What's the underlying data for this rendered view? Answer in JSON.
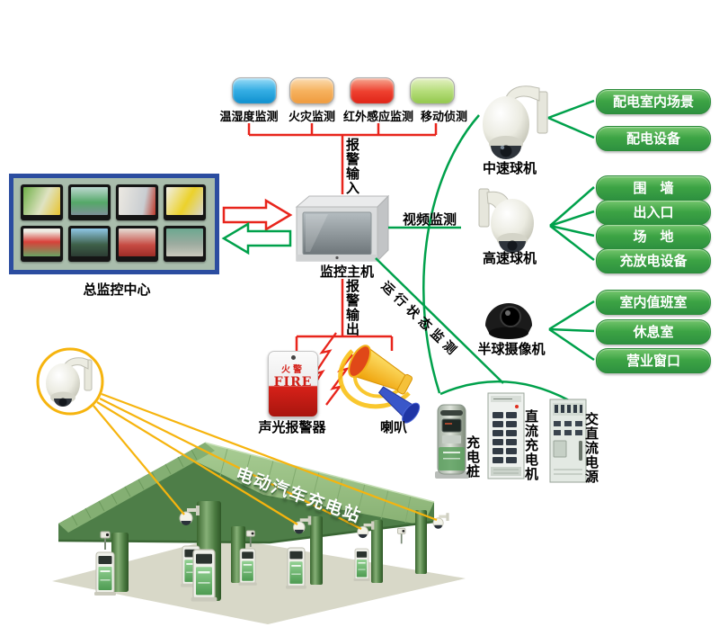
{
  "sensors": {
    "items": [
      {
        "label": "温湿度监测"
      },
      {
        "label": "火灾监测"
      },
      {
        "label": "红外感应监测"
      },
      {
        "label": "移动侦测"
      }
    ]
  },
  "links": {
    "alarm_input": "报警输入",
    "video": "视频监测",
    "status": "运行状态监测",
    "alarm_output": "报警输出"
  },
  "control_center": {
    "label": "总监控中心"
  },
  "host": {
    "label": "监控主机"
  },
  "alarms": {
    "siren_cn": "火警",
    "siren_en": "FIRE",
    "siren_label": "声光报警器",
    "horn_label": "喇叭"
  },
  "cameras": [
    {
      "label": "中速球机",
      "targets": [
        {
          "label": "配电室内场景"
        },
        {
          "label": "配电设备"
        }
      ]
    },
    {
      "label": "高速球机",
      "targets": [
        {
          "label": "围　墙"
        },
        {
          "label": "出入口"
        },
        {
          "label": "场　地"
        },
        {
          "label": "充放电设备"
        }
      ]
    },
    {
      "label": "半球摄像机",
      "targets": [
        {
          "label": "室内值班室"
        },
        {
          "label": "休息室"
        },
        {
          "label": "营业窗口"
        }
      ]
    }
  ],
  "equipment": [
    {
      "label": "充电桩"
    },
    {
      "label": "直流充电机"
    },
    {
      "label": "交直流电源"
    }
  ],
  "station": {
    "sign": "电动汽车充电站"
  },
  "colors": {
    "line_green": "#00a14b",
    "line_red": "#e8251c",
    "line_yellow": "#f6b40e",
    "pill_green": "#3fa845",
    "frame_blue": "#2b4da0"
  }
}
